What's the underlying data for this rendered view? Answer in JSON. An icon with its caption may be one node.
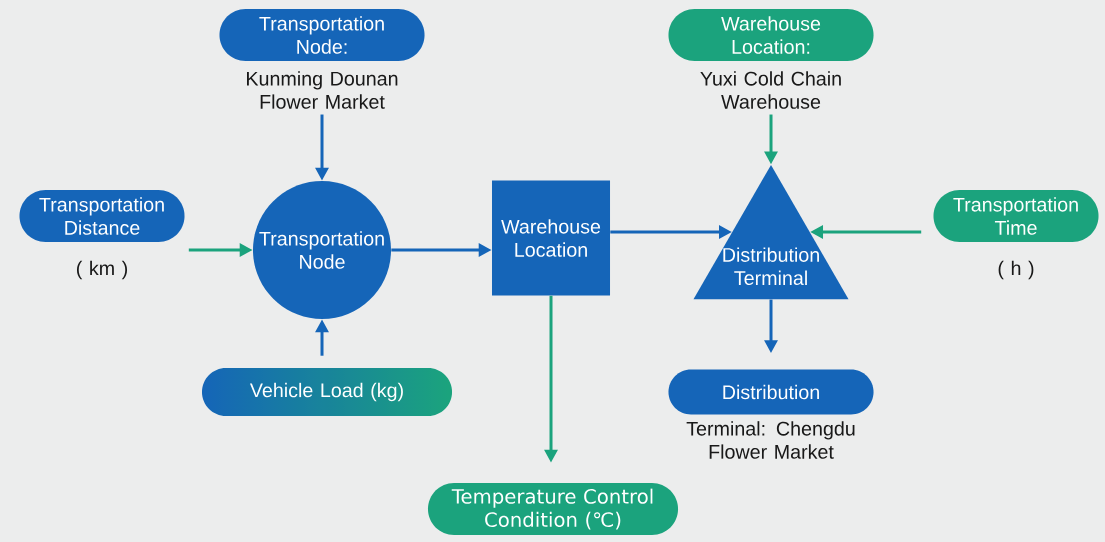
{
  "diagram": {
    "nodes": [
      {
        "text": [
          "Transportation Node:",
          "Kunming Dounan Flower Market"
        ]
      },
      {
        "text": [
          "Transportation Distance",
          "( km )"
        ]
      },
      {
        "text": [
          "Transportation Node"
        ]
      },
      {
        "text": [
          "Warehouse Location"
        ]
      },
      {
        "text": [
          "Warehouse Location:",
          "Yuxi Cold Chain Warehouse"
        ]
      },
      {
        "text": [
          "Distribution Terminal"
        ]
      },
      {
        "text": [
          "Transportation Time",
          "( h )"
        ]
      },
      {
        "text": [
          "Vehicle Load (kg)"
        ]
      },
      {
        "text": [
          "Temperature Control Condition (℃)"
        ]
      },
      {
        "text": [
          "Distribution",
          "Terminal: Chengdu Flower Market"
        ]
      }
    ],
    "edges": [
      {
        "from": 0,
        "to": 2,
        "arrow": "to"
      },
      {
        "from": 1,
        "to": 2,
        "arrow": "to",
        "color": "#1ba37d"
      },
      {
        "from": 7,
        "to": 2,
        "arrow": "to"
      },
      {
        "from": 2,
        "to": 3,
        "arrow": "to"
      },
      {
        "from": 3,
        "to": 5,
        "arrow": "to"
      },
      {
        "from": 4,
        "to": 5,
        "arrow": "to",
        "color": "#1ba37d"
      },
      {
        "from": 6,
        "to": 5,
        "arrow": "to",
        "color": "#1ba37d"
      },
      {
        "from": 3,
        "to": 8,
        "arrow": "to",
        "color": "#1ba37d"
      },
      {
        "from": 5,
        "to": 9,
        "arrow": "to"
      }
    ]
  }
}
